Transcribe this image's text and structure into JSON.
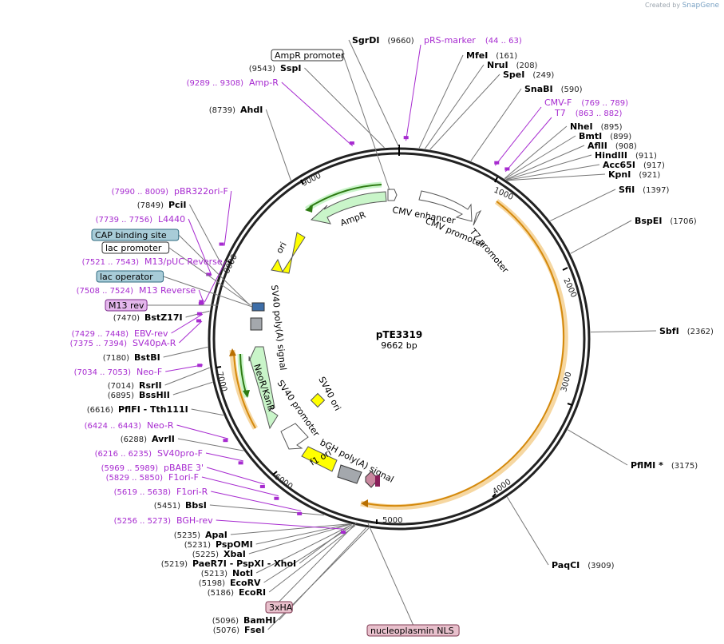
{
  "brand": {
    "created_by": "Created by",
    "app": "SnapGene"
  },
  "plasmid": {
    "name": "pTE3319",
    "length": "9662 bp",
    "total_bp": 9662
  },
  "colors": {
    "primer": "#a72bd0",
    "orange": "#e39a1c",
    "green_feature": "#c9f5c9",
    "yellow_feature": "#ffff00",
    "grey_feature": "#a4a8ad",
    "pink_feature": "#c9889f"
  },
  "ticks": [
    "1000",
    "2000",
    "3000",
    "4000",
    "5000",
    "6000",
    "7000",
    "8000",
    "9000"
  ],
  "enzymes_right": [
    {
      "name": "SgrDI",
      "pos": "(9660)",
      "bp": 9660
    },
    {
      "name": "MfeI",
      "pos": "(161)",
      "bp": 161
    },
    {
      "name": "NruI",
      "pos": "(208)",
      "bp": 208
    },
    {
      "name": "SpeI",
      "pos": "(249)",
      "bp": 249
    },
    {
      "name": "SnaBI",
      "pos": "(590)",
      "bp": 590
    },
    {
      "name": "NheI",
      "pos": "(895)",
      "bp": 895
    },
    {
      "name": "BmtI",
      "pos": "(899)",
      "bp": 899
    },
    {
      "name": "AflII",
      "pos": "(908)",
      "bp": 908
    },
    {
      "name": "HindIII",
      "pos": "(911)",
      "bp": 911
    },
    {
      "name": "Acc65I",
      "pos": "(917)",
      "bp": 917
    },
    {
      "name": "KpnI",
      "pos": "(921)",
      "bp": 921
    },
    {
      "name": "SfiI",
      "pos": "(1397)",
      "bp": 1397
    },
    {
      "name": "BspEI",
      "pos": "(1706)",
      "bp": 1706
    },
    {
      "name": "SbfI",
      "pos": "(2362)",
      "bp": 2362
    },
    {
      "name": "PflMI *",
      "pos": "(3175)",
      "bp": 3175
    },
    {
      "name": "PaqCI",
      "pos": "(3909)",
      "bp": 3909
    }
  ],
  "enzymes_left": [
    {
      "name": "SspI",
      "pos": "(9543)",
      "bp": 9543
    },
    {
      "name": "AhdI",
      "pos": "(8739)",
      "bp": 8739
    },
    {
      "name": "PciI",
      "pos": "(7849)",
      "bp": 7849
    },
    {
      "name": "BstZ17I",
      "pos": "(7470)",
      "bp": 7470
    },
    {
      "name": "BstBI",
      "pos": "(7180)",
      "bp": 7180
    },
    {
      "name": "RsrII",
      "pos": "(7014)",
      "bp": 7014
    },
    {
      "name": "BssHII",
      "pos": "(6895)",
      "bp": 6895
    },
    {
      "name": "PflFI - Tth111I",
      "pos": "(6616)",
      "bp": 6616
    },
    {
      "name": "AvrII",
      "pos": "(6288)",
      "bp": 6288
    },
    {
      "name": "BbsI",
      "pos": "(5451)",
      "bp": 5451
    },
    {
      "name": "ApaI",
      "pos": "(5235)",
      "bp": 5235
    },
    {
      "name": "PspOMI",
      "pos": "(5231)",
      "bp": 5231
    },
    {
      "name": "XbaI",
      "pos": "(5225)",
      "bp": 5225
    },
    {
      "name": "PaeR7I - PspXI - XhoI",
      "pos": "(5219)",
      "bp": 5219
    },
    {
      "name": "NotI",
      "pos": "(5213)",
      "bp": 5213
    },
    {
      "name": "EcoRV",
      "pos": "(5198)",
      "bp": 5198
    },
    {
      "name": "EcoRI",
      "pos": "(5186)",
      "bp": 5186
    },
    {
      "name": "BamHI",
      "pos": "(5096)",
      "bp": 5096
    },
    {
      "name": "FseI",
      "pos": "(5076)",
      "bp": 5076
    }
  ],
  "primers": [
    {
      "name": "pRS-marker",
      "pos": "(44 .. 63)",
      "bp": 53
    },
    {
      "name": "Amp-R",
      "pos": "(9289 .. 9308)",
      "bp": 9298
    },
    {
      "name": "CMV-F",
      "pos": "(769 .. 789)",
      "bp": 779
    },
    {
      "name": "T7",
      "pos": "(863 .. 882)",
      "bp": 872
    },
    {
      "name": "pBR322ori-F",
      "pos": "(7990 .. 8009)",
      "bp": 7999
    },
    {
      "name": "L4440",
      "pos": "(7739 .. 7756)",
      "bp": 7747
    },
    {
      "name": "M13/pUC Reverse",
      "pos": "(7521 .. 7543)",
      "bp": 7532
    },
    {
      "name": "M13 Reverse",
      "pos": "(7508 .. 7524)",
      "bp": 7516
    },
    {
      "name": "EBV-rev",
      "pos": "(7429 .. 7448)",
      "bp": 7438
    },
    {
      "name": "SV40pA-R",
      "pos": "(7375 .. 7394)",
      "bp": 7384
    },
    {
      "name": "Neo-F",
      "pos": "(7034 .. 7053)",
      "bp": 7043
    },
    {
      "name": "Neo-R",
      "pos": "(6424 .. 6443)",
      "bp": 6433
    },
    {
      "name": "SV40pro-F",
      "pos": "(6216 .. 6235)",
      "bp": 6225
    },
    {
      "name": "pBABE 3'",
      "pos": "(5969 .. 5989)",
      "bp": 5979
    },
    {
      "name": "F1ori-F",
      "pos": "(5829 .. 5850)",
      "bp": 5839
    },
    {
      "name": "F1ori-R",
      "pos": "(5619 .. 5638)",
      "bp": 5628
    },
    {
      "name": "BGH-rev",
      "pos": "(5256 .. 5273)",
      "bp": 5264
    }
  ],
  "boxed_features": {
    "ampr_promoter": "AmpR promoter",
    "cap_binding_site": "CAP binding site",
    "lac_promoter": "lac promoter",
    "lac_operator": "lac operator",
    "m13_rev": "M13 rev",
    "three_xha": "3xHA",
    "nucleoplasmin_nls": "nucleoplasmin NLS"
  },
  "inner_features": {
    "ampr": "AmpR",
    "ori": "ori",
    "cmv_enhancer": "CMV enhancer",
    "cmv_promoter": "CMV promoter",
    "t7_promoter": "T7 promoter",
    "sv40_polya": "SV40 poly(A) signal",
    "neor_kanr": "NeoR/KanR",
    "sv40_promoter": "SV40 promoter",
    "sv40_ori": "SV40 ori",
    "bgh_polya": "bGH poly(A) signal",
    "f1_ori": "f1 ori"
  }
}
